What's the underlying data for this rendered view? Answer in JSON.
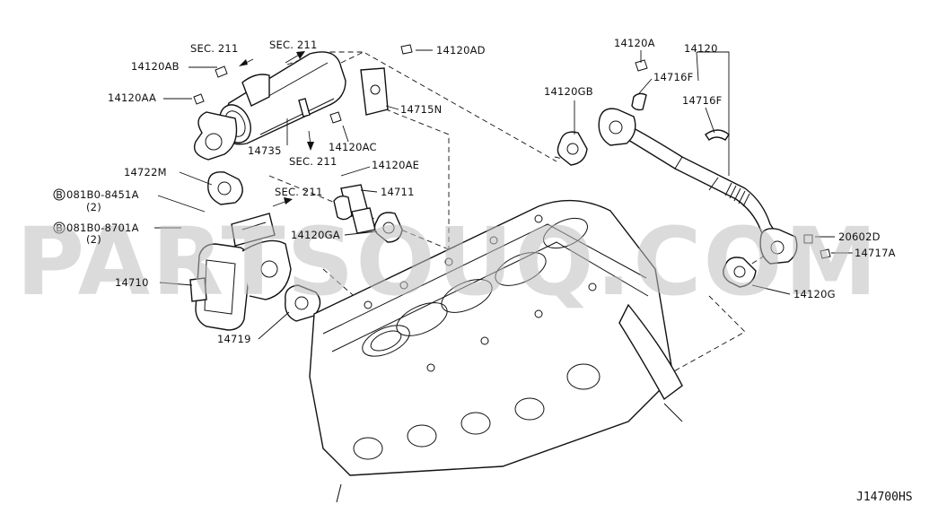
{
  "watermark": "PARTSOUQ.COM",
  "reference_code": "J14700HS",
  "callouts": {
    "sec211_a": "SEC. 211",
    "sec211_b": "SEC. 211",
    "sec211_c": "SEC. 211",
    "sec211_d": "SEC. 211",
    "p14120AB": "14120AB",
    "p14120AA": "14120AA",
    "p14120AD": "14120AD",
    "p14715N": "14715N",
    "p14735": "14735",
    "p14120AC": "14120AC",
    "p14722M": "14722M",
    "p08451": "081B0-8451A",
    "p08451_qty": "(2)",
    "p08701": "081B0-8701A",
    "p08701_qty": "(2)",
    "p14120AE": "14120AE",
    "p14711": "14711",
    "p14120GA": "14120GA",
    "p14710": "14710",
    "p14719": "14719",
    "p14120A": "14120A",
    "p14120": "14120",
    "p14716F_a": "14716F",
    "p14716F_b": "14716F",
    "p14120GB": "14120GB",
    "p20602D": "20602D",
    "p14717A": "14717A",
    "p14120G": "14120G",
    "b_marker": "B"
  }
}
